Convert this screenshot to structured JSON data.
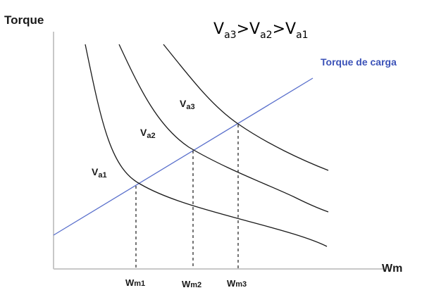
{
  "axes": {
    "y_label": "Torque",
    "x_label": "Wm"
  },
  "relation": {
    "v": "V",
    "s1": "a3",
    "gt1": ">",
    "v2": "V",
    "s2": "a2",
    "gt2": ">",
    "v3": "V",
    "s3": "a1"
  },
  "load_line": {
    "label": "Torque de carga",
    "color": "#5a70cc"
  },
  "curves": [
    {
      "main": "V",
      "sub": "a1"
    },
    {
      "main": "V",
      "sub": "a2"
    },
    {
      "main": "V",
      "sub": "a3"
    }
  ],
  "operating_points": [
    {
      "main": "W",
      "sub": "m1"
    },
    {
      "main": "W",
      "sub": "m2"
    },
    {
      "main": "W",
      "sub": "m3"
    }
  ]
}
